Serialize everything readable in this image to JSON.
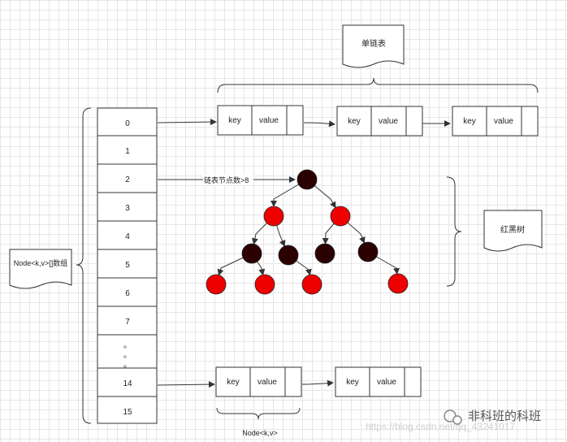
{
  "callouts": {
    "linked_list": "单链表",
    "red_black_tree": "红黑树",
    "array": "Node<k,v>[]数组"
  },
  "array_indices": [
    "0",
    "1",
    "2",
    "3",
    "4",
    "5",
    "6",
    "7",
    "。",
    "。",
    "。",
    "14",
    "15"
  ],
  "node": {
    "key_label": "key",
    "value_label": "value"
  },
  "node_caption": "Node<k,v>",
  "threshold_label": "链表节点数>8",
  "tree": {
    "nodes": [
      {
        "color": "black"
      },
      {
        "color": "red"
      },
      {
        "color": "red"
      },
      {
        "color": "black"
      },
      {
        "color": "black"
      },
      {
        "color": "black"
      },
      {
        "color": "black"
      },
      {
        "color": "red"
      },
      {
        "color": "red"
      },
      {
        "color": "red"
      },
      {
        "color": "red"
      }
    ]
  },
  "colors": {
    "red_node": "#ee0000",
    "black_node": "#2a0000",
    "line": "#333333"
  },
  "watermark": {
    "url": "https://blog.csdn.net/qq_43241017",
    "brand": "非科班的科班"
  }
}
